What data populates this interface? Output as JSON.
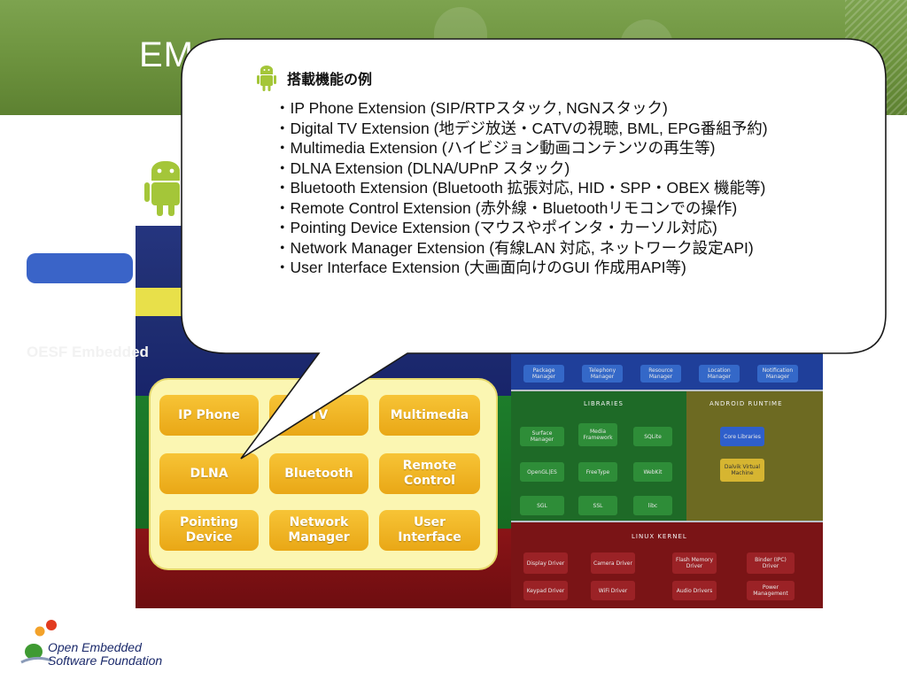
{
  "header": {
    "title": "EM"
  },
  "callout": {
    "heading": "搭載機能の例",
    "items": [
      "・IP Phone Extension (SIP/RTPスタック, NGNスタック)",
      "・Digital TV Extension (地デジ放送・CATVの視聴, BML, EPG番組予約)",
      "・Multimedia Extension (ハイビジョン動画コンテンツの再生等)",
      "・DLNA Extension (DLNA/UPnP スタック)",
      "・Bluetooth Extension (Bluetooth 拡張対応, HID・SPP・OBEX 機能等)",
      "・Remote Control Extension (赤外線・Bluetoothリモコンでの操作)",
      "・Pointing Device Extension (マウスやポインタ・カーソル対応)",
      "・Network Manager Extension (有線LAN 対応, ネットワーク設定API)",
      "・User Interface Extension (大画面向けのGUI 作成用API等)"
    ]
  },
  "diagram": {
    "oesf_label": "OESF Embedded",
    "extensions": [
      {
        "label": "IP Phone"
      },
      {
        "label": "TV"
      },
      {
        "label": "Multimedia"
      },
      {
        "label": "DLNA"
      },
      {
        "label": "Bluetooth"
      },
      {
        "label": "Remote\nControl"
      },
      {
        "label": "Pointing\nDevice"
      },
      {
        "label": "Network\nManager"
      },
      {
        "label": "User\nInterface"
      }
    ],
    "framework_boxes": [
      "Package Manager",
      "Telephony Manager",
      "Resource Manager",
      "Location Manager",
      "Notification Manager"
    ],
    "libraries_title": "LIBRARIES",
    "libraries": [
      "Surface Manager",
      "Media Framework",
      "SQLite",
      "OpenGL|ES",
      "FreeType",
      "WebKit",
      "SGL",
      "SSL",
      "libc"
    ],
    "runtime_title": "ANDROID RUNTIME",
    "runtime": [
      "Core Libraries",
      "Dalvik Virtual Machine"
    ],
    "kernel_title": "LINUX KERNEL",
    "kernel": [
      "Display Driver",
      "Camera Driver",
      "Flash Memory Driver",
      "Binder (IPC) Driver",
      "Keypad Driver",
      "WiFi Driver",
      "Audio Drivers",
      "Power Management"
    ]
  },
  "logo": {
    "line1": "Open Embedded",
    "line2": "Software Foundation"
  },
  "colors": {
    "header_green": "#6f9540",
    "android_green": "#a4c639",
    "extension_yellow": "#f0b62a",
    "panel_cream": "#fbf6b2"
  }
}
